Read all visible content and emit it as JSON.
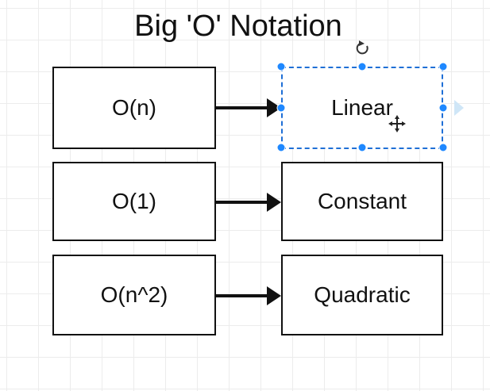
{
  "diagram": {
    "title": "Big 'O' Notation",
    "rows": [
      {
        "notation": "O(n)",
        "name": "Linear"
      },
      {
        "notation": "O(1)",
        "name": "Constant"
      },
      {
        "notation": "O(n^2)",
        "name": "Quadratic"
      }
    ],
    "selection": {
      "selected_row": 0,
      "handle_color": "#1e88ff",
      "outline_color": "#1f6fd6"
    },
    "icons": {
      "rotate": "rotate-icon",
      "move": "move-cursor-icon",
      "connect": "connect-arrow-icon"
    }
  }
}
